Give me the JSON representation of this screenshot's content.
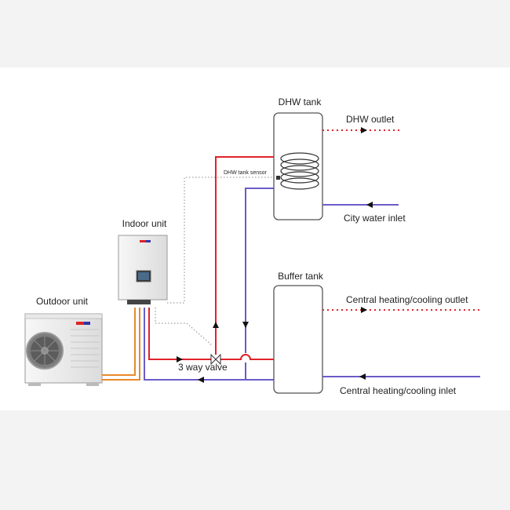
{
  "labels": {
    "dhw_tank": "DHW tank",
    "dhw_outlet": "DHW outlet",
    "dhw_tank_sensor": "DHW tank sensor",
    "city_water_inlet": "City water inlet",
    "indoor_unit": "Indoor unit",
    "outdoor_unit": "Outdoor unit",
    "buffer_tank": "Buffer tank",
    "central_outlet": "Central heating/cooling outlet",
    "three_way_valve": "3 way valve",
    "central_inlet": "Central heating/cooling inlet"
  },
  "colors": {
    "hot_pipe": "#e0222a",
    "return_pipe": "#6a5cc8",
    "refrigerant_pipe": "#e88a2c",
    "signal_line": "#888888",
    "tank_outline": "#555555",
    "background_band": "#f3f3f3"
  }
}
